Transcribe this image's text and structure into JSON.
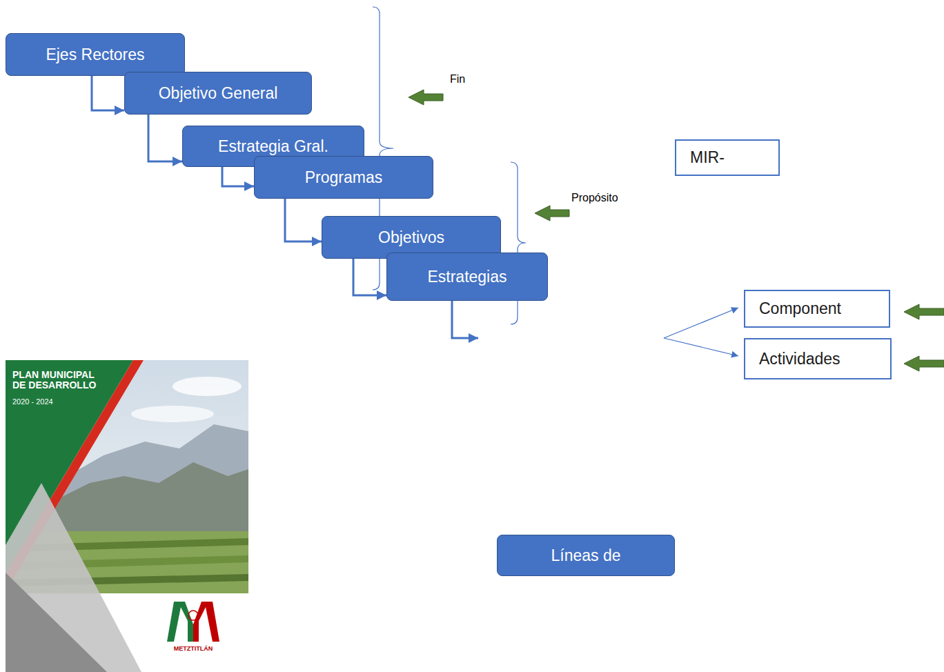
{
  "diagram": {
    "nodes": [
      {
        "text": [
          "Ejes Rectores"
        ]
      },
      {
        "text": [
          "Objetivo General"
        ]
      },
      {
        "text": [
          "Estrategia Gral."
        ]
      },
      {
        "text": [
          "Programas"
        ]
      },
      {
        "text": [
          "Objetivos"
        ]
      },
      {
        "text": [
          "Estrategias"
        ]
      },
      {
        "text": [
          "MIR-"
        ]
      },
      {
        "text": [
          "Component"
        ]
      },
      {
        "text": [
          "Actividades"
        ]
      },
      {
        "text": [
          "Líneas de"
        ]
      }
    ],
    "edges": [
      {
        "from": 0,
        "to": 1,
        "arrow": "to"
      },
      {
        "from": 1,
        "to": 2,
        "arrow": "to"
      },
      {
        "from": 2,
        "to": 3,
        "arrow": "to"
      },
      {
        "from": 3,
        "to": 4,
        "arrow": "to"
      },
      {
        "from": 4,
        "to": 5,
        "arrow": "to"
      }
    ],
    "labels": [
      "Fin",
      "Propósito",
      "PLAN MUNICIPAL DE DESARROLLO",
      "2020 - 2024",
      "METZTITLÁN"
    ]
  }
}
